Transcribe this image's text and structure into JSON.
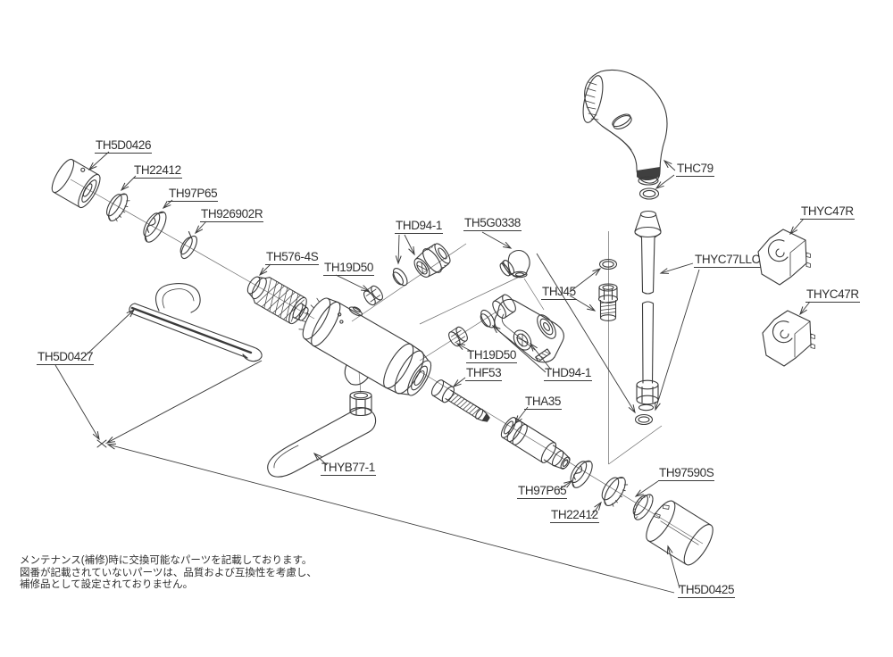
{
  "diagram": {
    "part_labels": {
      "th5d0426": "TH5D0426",
      "th22412_top": "TH22412",
      "th97p65_top": "TH97P65",
      "th926902r": "TH926902R",
      "th576_4s": "TH576-4S",
      "th19d50_top": "TH19D50",
      "thd94_1_top": "THD94-1",
      "th5g0338": "TH5G0338",
      "thc79": "THC79",
      "thyc77llc": "THYC77LLC",
      "thyc47r_upper": "THYC47R",
      "thyc47r_lower": "THYC47R",
      "thj45": "THJ45",
      "th5d0427": "TH5D0427",
      "th19d50_mid": "TH19D50",
      "thf53": "THF53",
      "thd94_1_mid": "THD94-1",
      "tha35": "THA35",
      "thyb77_1": "THYB77-1",
      "th97p65_bottom": "TH97P65",
      "th22412_bottom": "TH22412",
      "th97590s": "TH97590S",
      "th5d0425": "TH5D0425"
    },
    "note_lines": [
      "メンテナンス(補修)時に交換可能なパーツを記載しております。",
      "図番が記載されていないパーツは、品質および互換性を考慮し、",
      "補修品として設定されておりません。"
    ],
    "line_color": "#3a3a3a",
    "background_color": "#ffffff"
  }
}
